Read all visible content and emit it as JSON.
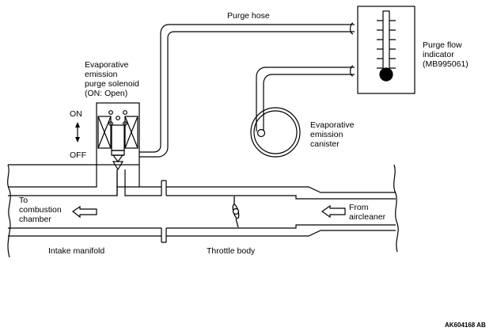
{
  "labels": {
    "purge_hose": "Purge hose",
    "purge_flow_indicator": [
      "Purge flow",
      "indicator",
      "(MB995061)"
    ],
    "purge_solenoid": [
      "Evaporative",
      "emission",
      "purge solenoid",
      "(ON: Open)"
    ],
    "on": "ON",
    "off": "OFF",
    "canister": [
      "Evaporative",
      "emission",
      "canister"
    ],
    "to_combustion": [
      "To",
      "combustion",
      "chamber"
    ],
    "from_aircleaner": [
      "From",
      "aircleaner"
    ],
    "intake_manifold": "Intake manifold",
    "throttle_body": "Throttle body",
    "figure_code": "AK604168 AB"
  },
  "colors": {
    "line": "#000000",
    "background": "#ffffff"
  }
}
